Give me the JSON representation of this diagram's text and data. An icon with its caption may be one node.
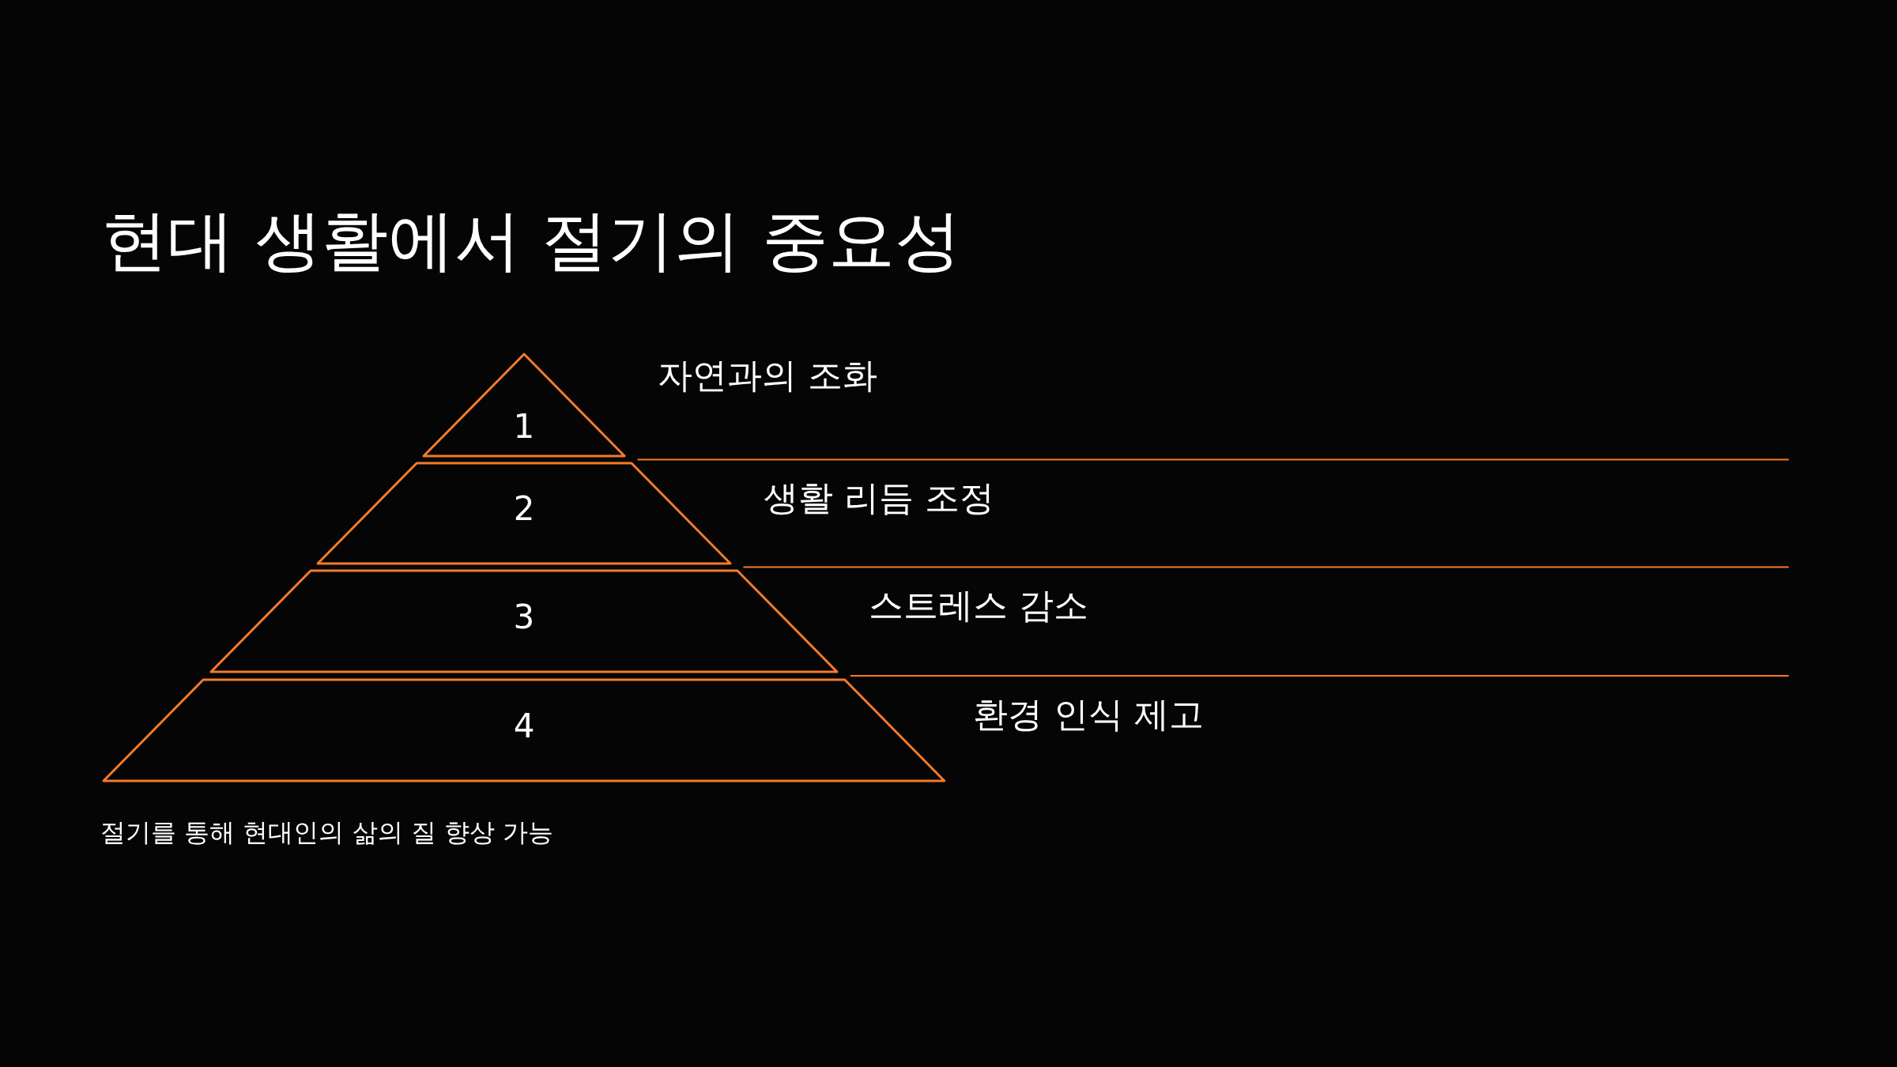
{
  "diagram": {
    "title": "현대 생활에서 절기의 중요성",
    "caption": "절기를 통해 현대인의 삶의 질 향상 가능",
    "nodes": [
      {
        "text": [
          "1"
        ],
        "beside": [
          "자연과의 조화"
        ]
      },
      {
        "text": [
          "2"
        ],
        "beside": [
          "생활 리듬 조정"
        ]
      },
      {
        "text": [
          "3"
        ],
        "beside": [
          "스트레스 감소"
        ]
      },
      {
        "text": [
          "4"
        ],
        "beside": [
          "환경 인식 제고"
        ]
      }
    ]
  }
}
